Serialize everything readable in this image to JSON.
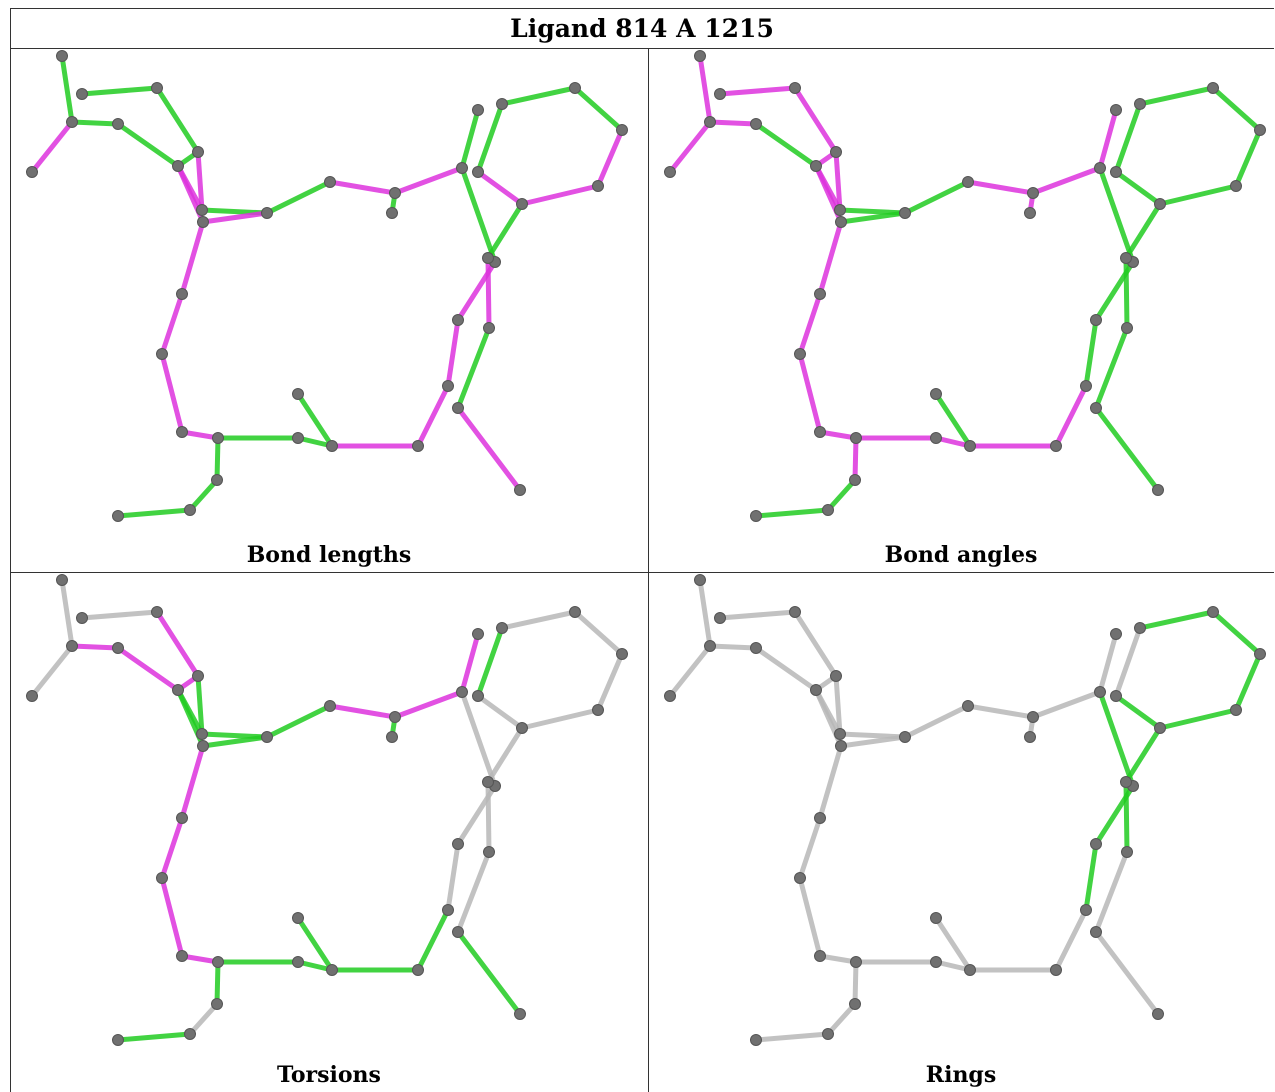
{
  "title": "Ligand 814 A 1215",
  "panels": [
    {
      "caption": "Bond lengths"
    },
    {
      "caption": "Bond angles"
    },
    {
      "caption": "Torsions"
    },
    {
      "caption": "Rings"
    }
  ],
  "colors": {
    "green": "#22cc22",
    "magenta": "#dd33dd",
    "grey": "#b8b8b8",
    "atom": "#707070"
  }
}
